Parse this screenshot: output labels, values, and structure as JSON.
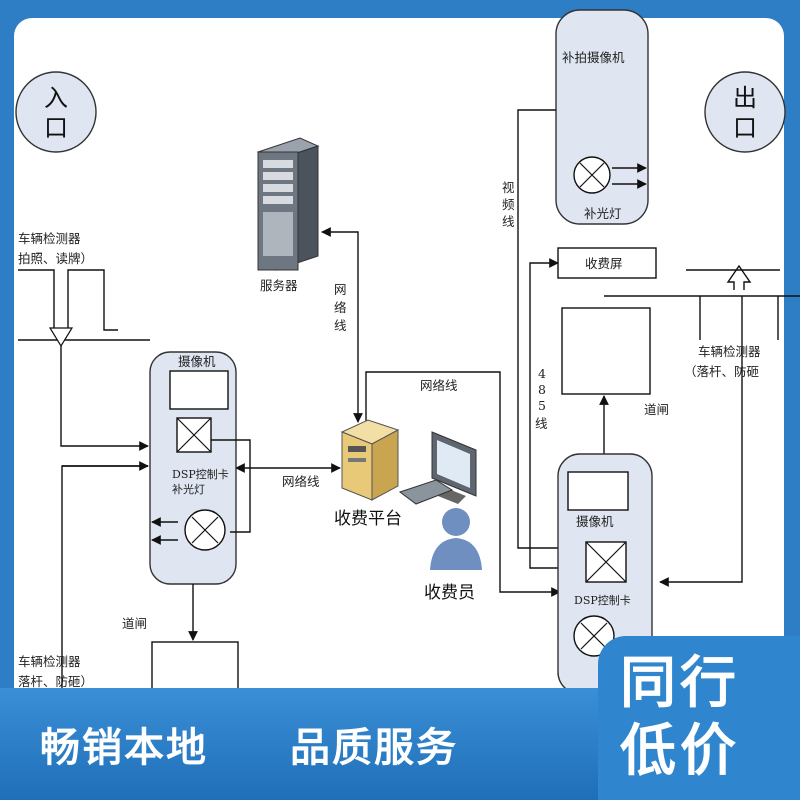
{
  "diagram": {
    "entrance_label": [
      "入",
      "口"
    ],
    "exit_label": [
      "出",
      "口"
    ],
    "server_label": "服务器",
    "network_line_vertical": [
      "网",
      "络",
      "线"
    ],
    "network_line_top": "网络线",
    "network_line_mid": "网络线",
    "toll_platform_label": "收费平台",
    "toll_collector_label": "收费员",
    "detector_entry_top": [
      "车辆检测器",
      "拍照、读牌）"
    ],
    "detector_entry_bottom": [
      "车辆检测器",
      "落杆、防砸）"
    ],
    "detector_exit": [
      "车辆检测器",
      "（落杆、防砸"
    ],
    "entry_cabinet": {
      "camera_label": "摄像机",
      "dsp_label": "DSP控制卡",
      "fill_light_label": "补光灯"
    },
    "exit_cabinet": {
      "camera_label": "摄像机",
      "dsp_label": "DSP控制卡"
    },
    "capture_cabinet": {
      "camera_label": "补拍摄像机",
      "fill_light_label": "补光灯"
    },
    "video_line": [
      "视",
      "频",
      "线"
    ],
    "rs485_line": [
      "4",
      "8",
      "5",
      "线"
    ],
    "toll_screen_label": "收费屏",
    "gate_entry_label": "道闸",
    "gate_exit_label": "道闸"
  },
  "banner": {
    "slogan_1": "畅销本地",
    "slogan_2": "品质服务",
    "badge_line_1": "同行",
    "badge_line_2": "低价"
  },
  "colors": {
    "banner_blue": "#2d7ec4",
    "cabinet_fill": "#dfe6f1",
    "person_blue": "#6f8fc0"
  }
}
